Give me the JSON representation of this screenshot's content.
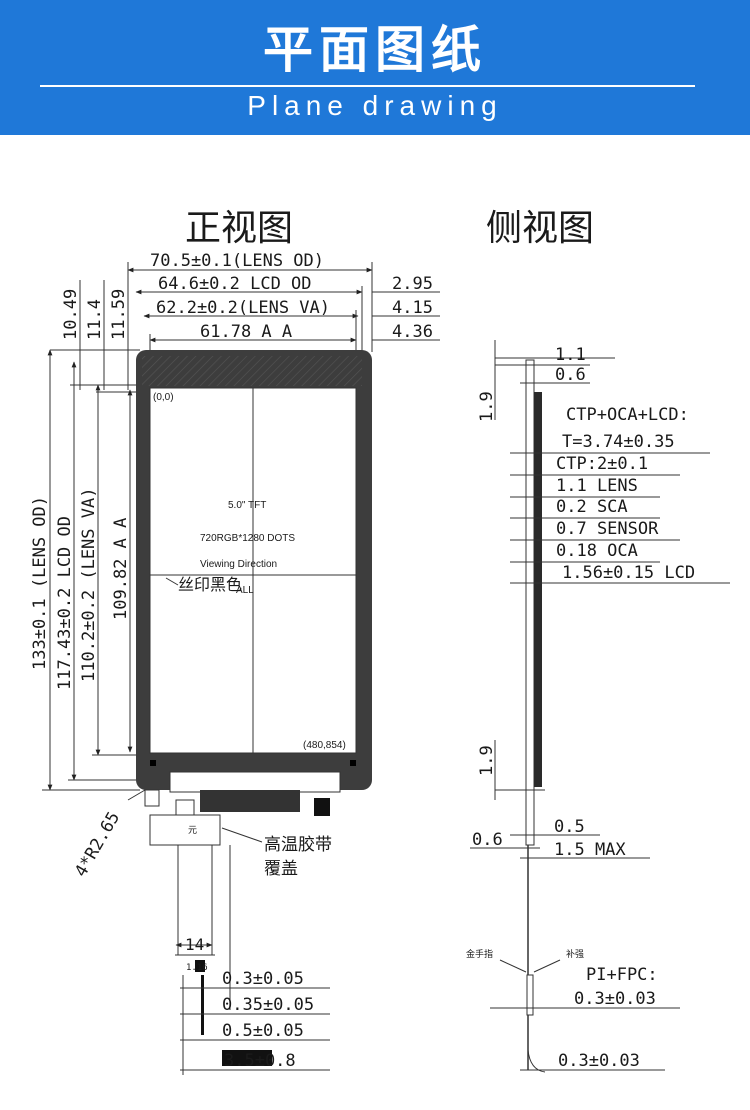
{
  "header": {
    "title": "平面图纸",
    "subtitle": "Plane drawing",
    "color": "#1f78d8"
  },
  "front_view": {
    "title": "正视图",
    "dims_top": [
      "70.5±0.1(LENS OD)",
      "64.6±0.2 LCD OD",
      "62.2±0.2(LENS VA)",
      "61.78 A A"
    ],
    "dims_right": [
      "2.95",
      "4.15",
      "4.36"
    ],
    "dims_left_small": [
      "10.49",
      "11.4",
      "11.59"
    ],
    "dims_left_vertical": [
      "133±0.1 (LENS OD)",
      "117.43±0.2 LCD OD",
      "110.2±0.2 (LENS VA)",
      "109.82 A A"
    ],
    "corner_radius": "4*R2.65",
    "origin_label": "(0,0)",
    "end_label": "(480,854)",
    "screen_text": [
      "5.0\" TFT",
      "720RGB*1280 DOTS",
      "Viewing Direction"
    ],
    "screen_text_extra": "ALL",
    "silk_label": "丝印黑色",
    "tape_label_line1": "高温胶带",
    "tape_label_line2": "覆盖",
    "stiffener_mark": "元"
  },
  "fpc": {
    "width_label": "14",
    "width_label_small": "1.16",
    "dims": [
      "0.3±0.05",
      "0.35±0.05",
      "0.5±0.05",
      "3.5±0.8"
    ]
  },
  "side_view": {
    "title": "侧视图",
    "top_dims": [
      "1.1",
      "0.6"
    ],
    "left_dim_top": "1.9",
    "stack_title": "CTP+OCA+LCD:",
    "stack_total": "T=3.74±0.35",
    "layers": [
      "CTP:2±0.1",
      "1.1 LENS",
      "0.2 SCA",
      "0.7 SENSOR",
      "0.18 OCA",
      "1.56±0.15 LCD"
    ],
    "left_dim_bottom": "1.9",
    "bottom_dims": [
      "0.5",
      "1.5 MAX"
    ],
    "left_dim_06": "0.6",
    "finger_label": "金手指",
    "stiffener_label": "补强",
    "fpc_title": "PI+FPC:",
    "fpc_dims": [
      "0.3±0.03",
      "0.3±0.03"
    ]
  }
}
